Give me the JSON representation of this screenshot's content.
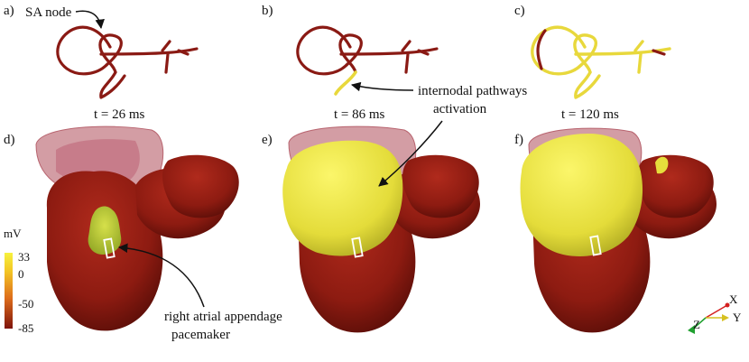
{
  "panels": {
    "a": {
      "label": "a)",
      "time": "t = 26 ms"
    },
    "b": {
      "label": "b)",
      "time": "t = 86 ms"
    },
    "c": {
      "label": "c)",
      "time": "t = 120 ms"
    },
    "d": {
      "label": "d)"
    },
    "e": {
      "label": "e)"
    },
    "f": {
      "label": "f)"
    }
  },
  "annotations": {
    "sa_node": "SA node",
    "internodal_line1": "internodal pathways",
    "internodal_line2": "activation",
    "raa_line1": "right atrial appendage",
    "raa_line2": "pacemaker"
  },
  "colorbar": {
    "unit": "mV",
    "ticks": [
      "33",
      "0",
      "-50",
      "-85"
    ],
    "colors": [
      "#f2ee3a",
      "#f0c020",
      "#d9651a",
      "#8b1a10"
    ]
  },
  "axes_triad": {
    "x": "X",
    "y": "Y",
    "z": "Z"
  },
  "colors": {
    "resting": "#8f1d12",
    "activated": "#ece84a",
    "atrium_transparent": "#c97b85",
    "pathway_rest": "#8a1a14",
    "pathway_active": "#e8d83c"
  }
}
